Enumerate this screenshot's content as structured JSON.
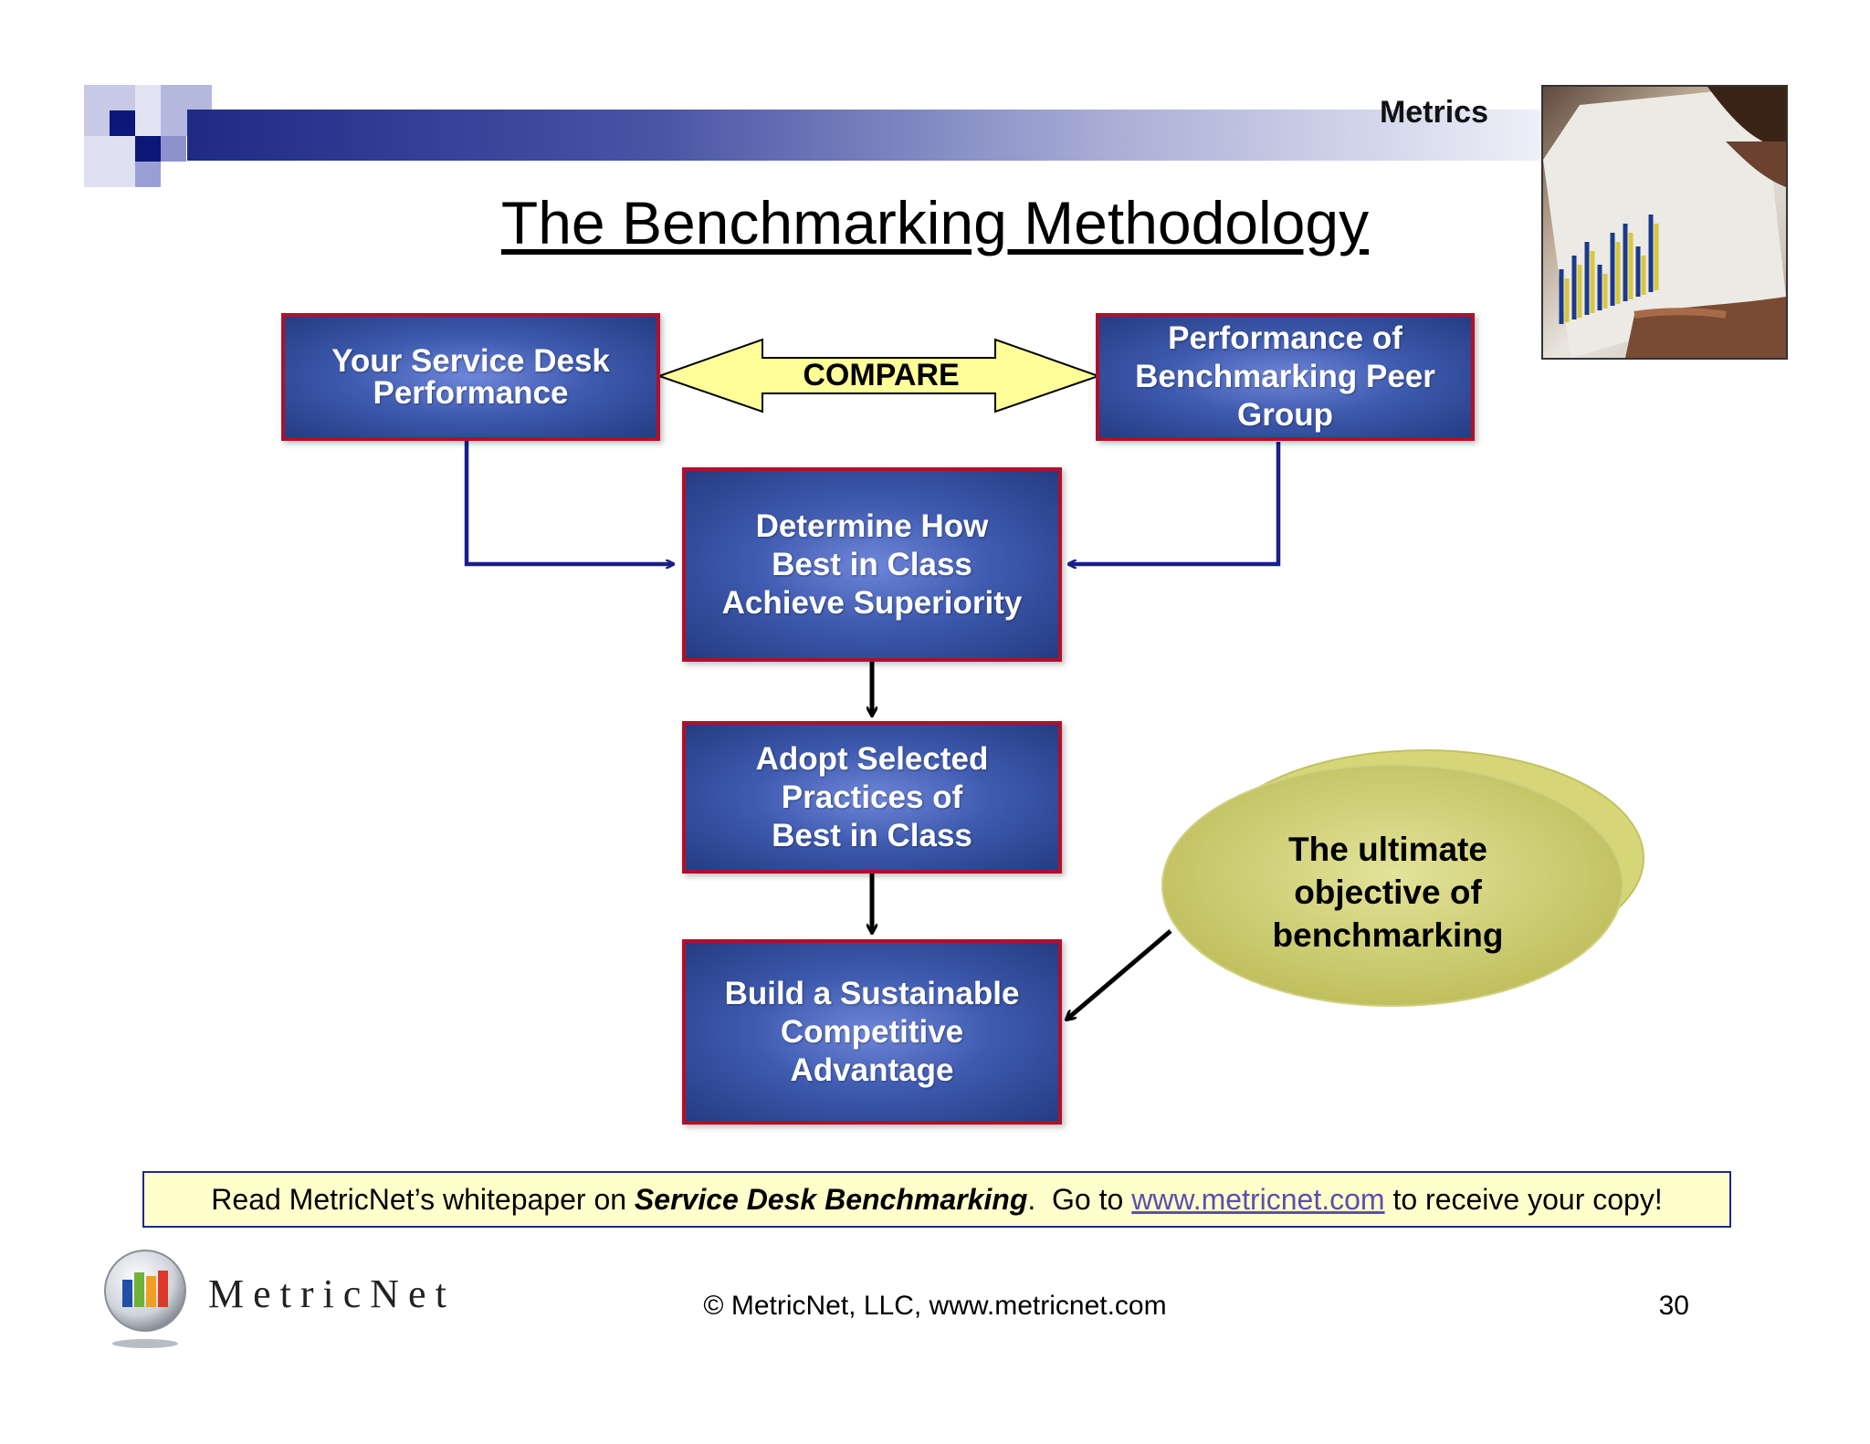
{
  "header": {
    "label": "Metrics",
    "photo_alt": "bar chart photo"
  },
  "title": "The Benchmarking Methodology",
  "diagram": {
    "your_performance": "Your Service Desk\nPerformance",
    "peer_performance": "Performance of\nBenchmarking Peer\nGroup",
    "compare_label": "COMPARE",
    "determine": "Determine How\nBest in Class\nAchieve Superiority",
    "adopt": "Adopt Selected\nPractices of\nBest in Class",
    "build": "Build a Sustainable\nCompetitive\nAdvantage",
    "callout": "The ultimate\nobjective of\nbenchmarking"
  },
  "note": {
    "prefix": "Read MetricNet’s whitepaper on ",
    "emphasis": "Service Desk Benchmarking",
    "middle": ".  Go to ",
    "link": "www.metricnet.com",
    "suffix": " to receive your copy!"
  },
  "footer": {
    "brand": "MetricNet",
    "copyright": "© MetricNet, LLC, www.metricnet.com",
    "page_number": "30"
  },
  "colors": {
    "box_border": "#b0102a",
    "box_fill": "#3f5bb0",
    "connector": "#1b1f8a",
    "compare_fill": "#ffff99",
    "callout_fill": "#cccc66",
    "note_fill": "#ffffcc"
  }
}
